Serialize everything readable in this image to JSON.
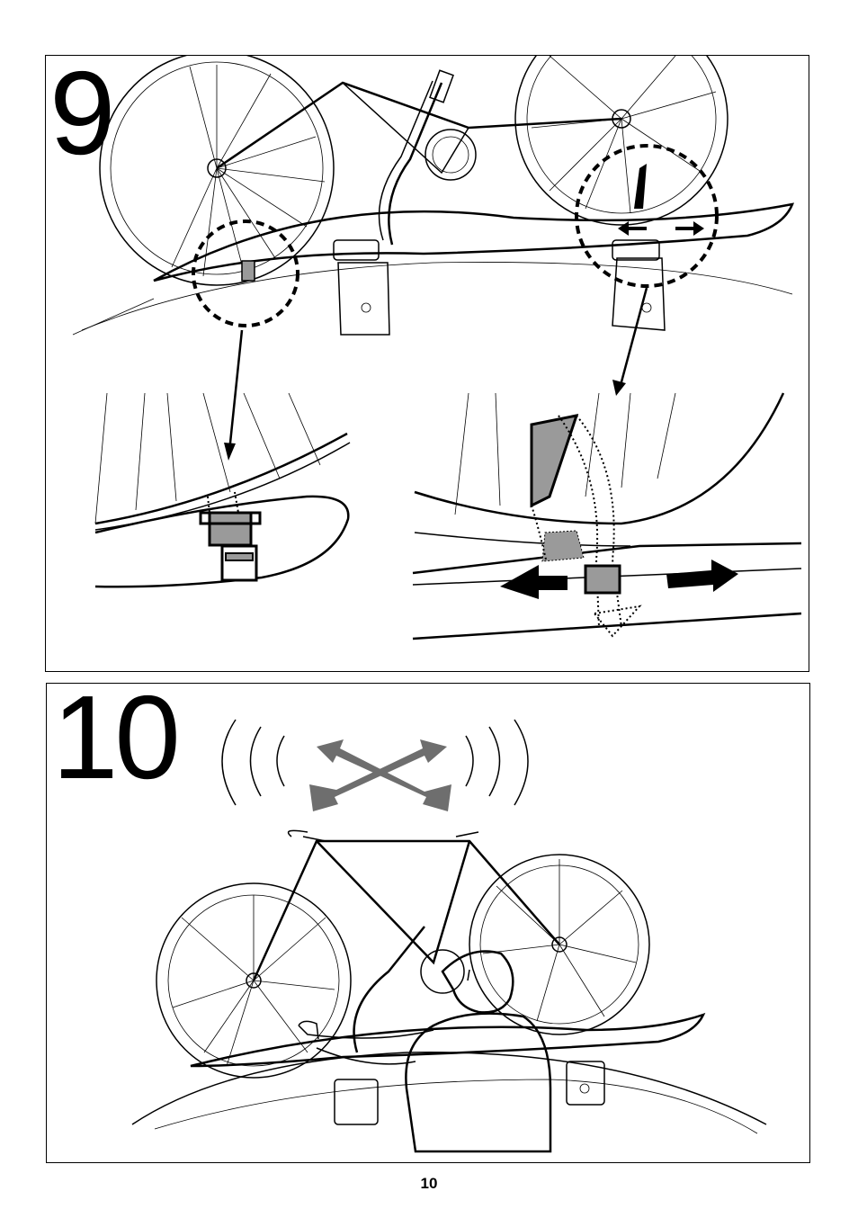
{
  "steps": {
    "step9": {
      "number": "9"
    },
    "step10": {
      "number": "10"
    }
  },
  "footer": {
    "page_number": "10"
  },
  "colors": {
    "ink": "#000000",
    "strap_gray": "#9a9a9a",
    "arrow_gray": "#6e6e6e"
  },
  "icons": [
    "bicycle-illustration",
    "strap-buckle-detail",
    "strap-release-detail",
    "shake-test-arrows",
    "person-illustration"
  ]
}
